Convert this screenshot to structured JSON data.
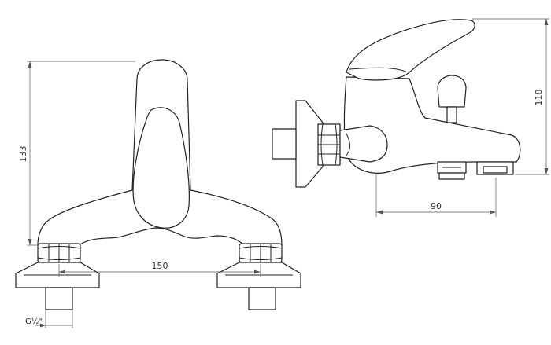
{
  "drawing": {
    "line_color": "#222222",
    "dim_color": "#555555",
    "background": "#ffffff"
  },
  "dimensions": {
    "height_front": "133",
    "width_inlets": "150",
    "thread": "G½\"",
    "depth_side": "90",
    "height_side": "118"
  }
}
